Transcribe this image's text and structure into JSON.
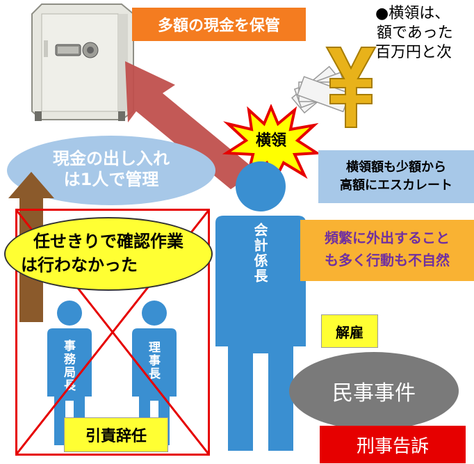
{
  "top_right_text": [
    "●横領は、",
    "額であった",
    "百万円と次"
  ],
  "labels": {
    "cash_storage": "多額の現金を保管",
    "embezzlement_burst": "横領",
    "escalation": [
      "横領額も少額から",
      "高額にエスカレート"
    ],
    "cash_handling": [
      "現金の出し入れ",
      "は1人で管理"
    ],
    "no_confirmation": [
      "任せきりで確認作業",
      "は行わなかった"
    ],
    "frequent_outings": [
      "頻繁に外出すること",
      "も多く行動も不自然"
    ],
    "dismissal": "解雇",
    "civil_case": "民事事件",
    "criminal_complaint": "刑事告訴",
    "resignation": "引責辞任"
  },
  "people": {
    "accounting_chief": "会計係長",
    "secretary_general": "事務局長",
    "chairman": "理事長"
  },
  "colors": {
    "orange": "#F47C20",
    "blue_person": "#3A8FD1",
    "red": "#E60000",
    "yellow": "#FFFF33",
    "lightblue": "#A7C8E8",
    "gray": "#7A7A7A",
    "brown": "#8B5A2B"
  }
}
